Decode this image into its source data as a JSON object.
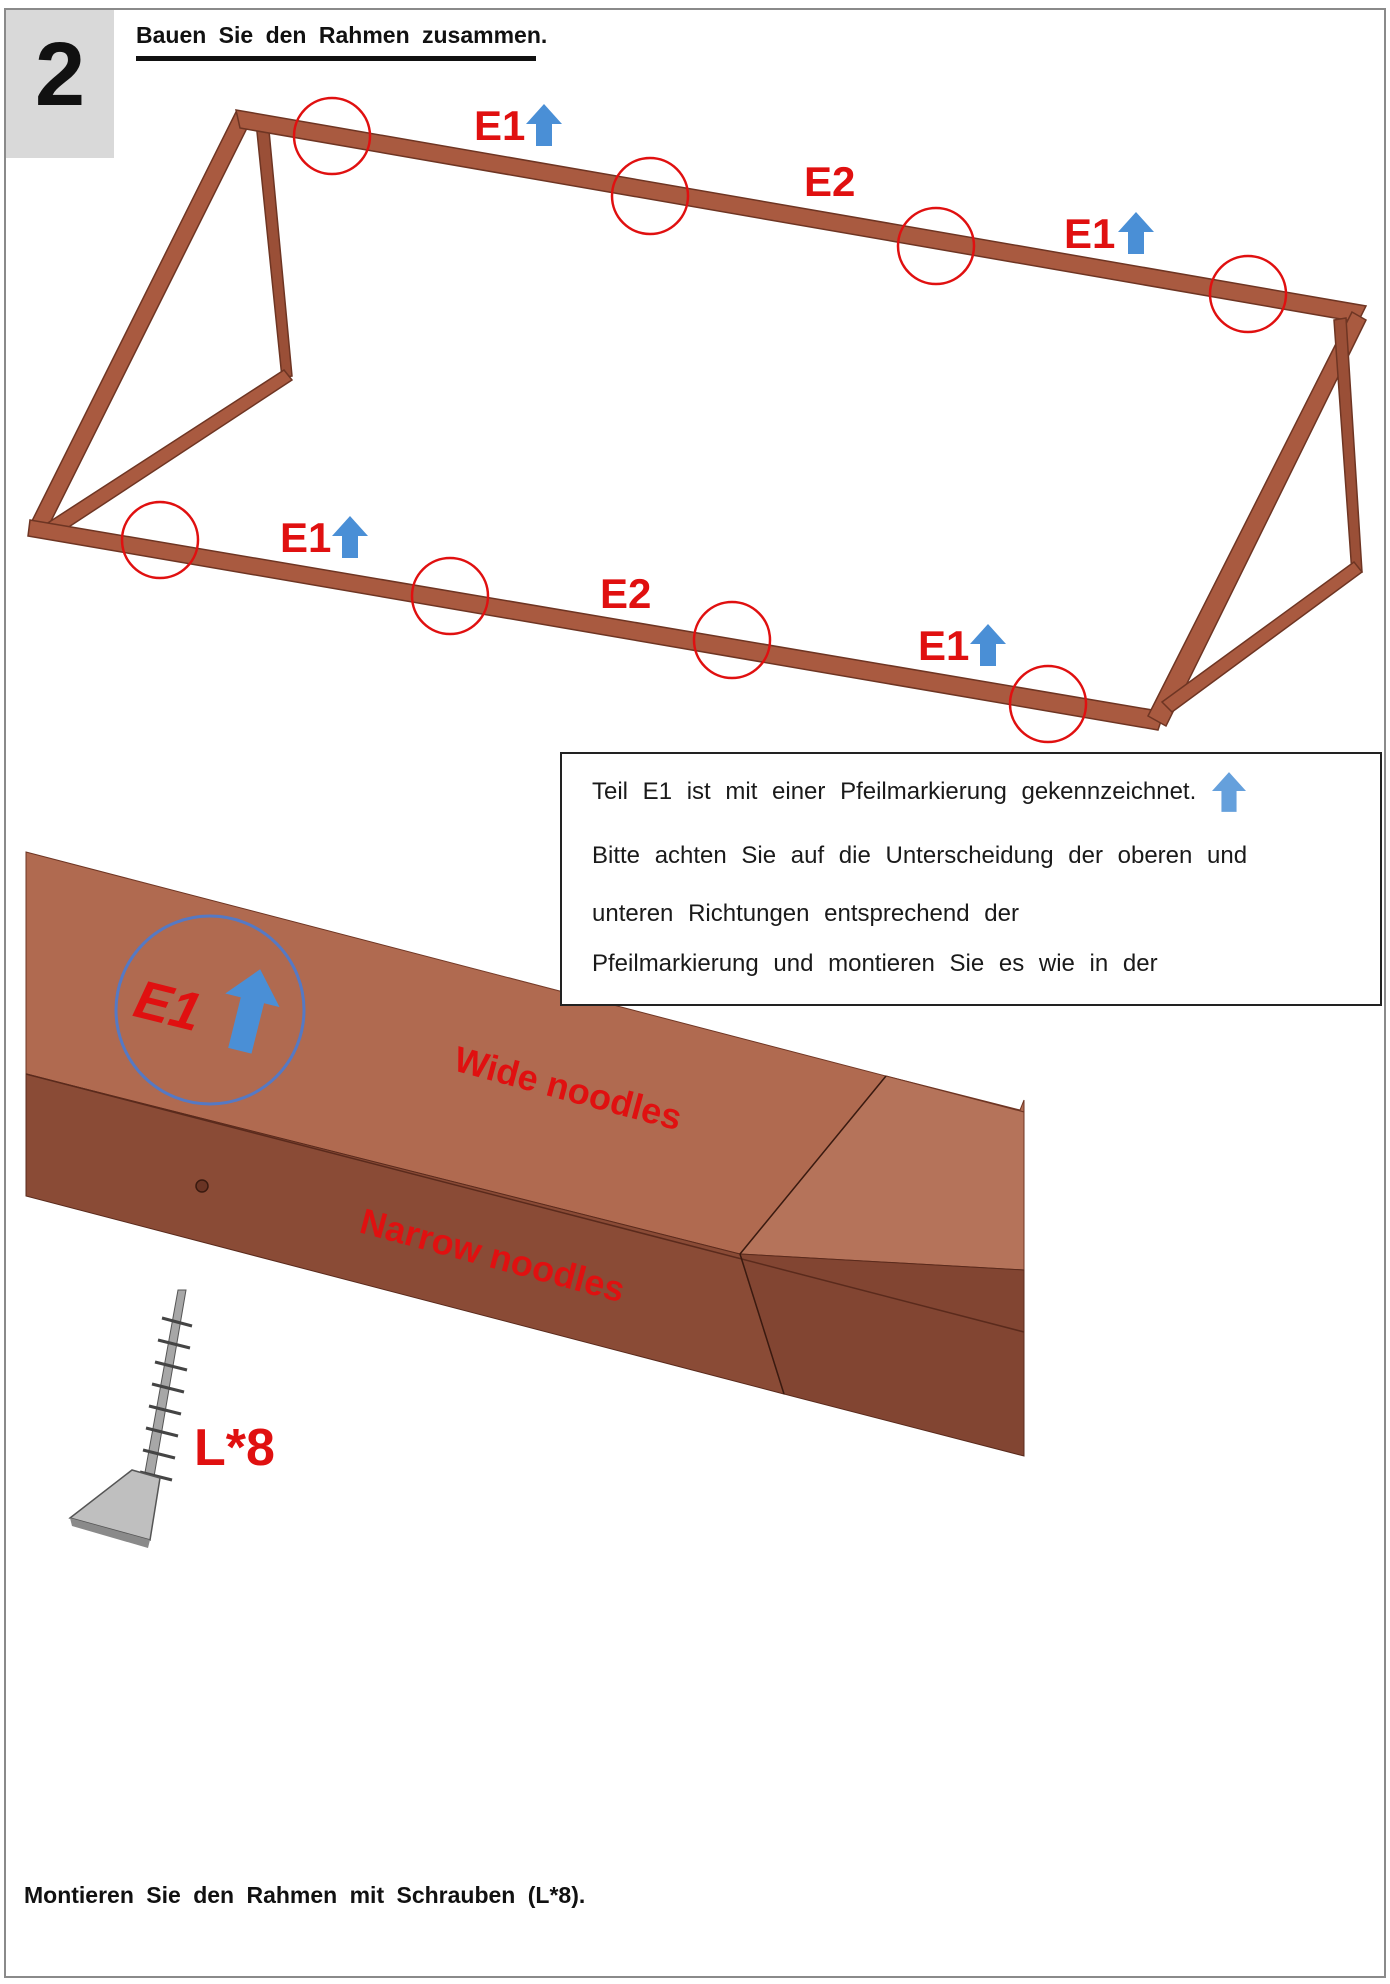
{
  "step": {
    "number": "2",
    "title": "Bauen Sie den Rahmen zusammen."
  },
  "frame_labels": {
    "top_left_e1": "E1",
    "top_middle_e2": "E2",
    "top_right_e1": "E1",
    "bottom_left_e1": "E1",
    "bottom_middle_e2": "E2",
    "bottom_right_e1": "E1"
  },
  "note": {
    "line1": "Teil E1 ist mit einer Pfeilmarkierung gekennzeichnet.",
    "line2": "Bitte achten Sie auf die Unterscheidung der oberen und",
    "line3": "unteren Richtungen entsprechend der",
    "line4": "Pfeilmarkierung und montieren Sie es wie in der"
  },
  "detail": {
    "part_label": "E1",
    "wide_side": "Wide noodles",
    "narrow_side": "Narrow noodles"
  },
  "screw": {
    "label": "L*8"
  },
  "instruction": "Montieren Sie den Rahmen mit Schrauben (L*8).",
  "colors": {
    "wood_light": "#b06a50",
    "wood_dark": "#8a4b36",
    "frame_wood": "#a95a40",
    "marker_red": "#e01010",
    "arrow_blue": "#4a8fd6",
    "step_box": "#d9d9d9"
  }
}
